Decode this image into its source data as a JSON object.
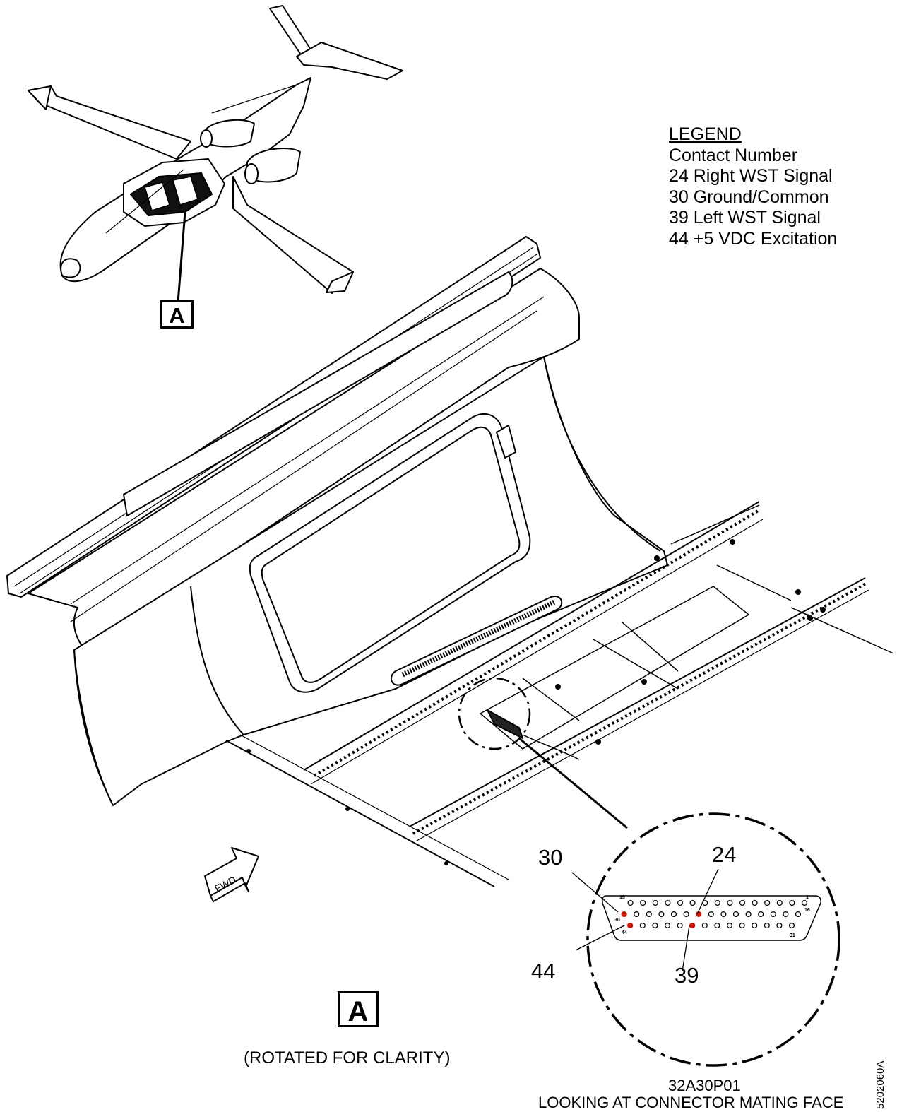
{
  "legend": {
    "title": "LEGEND",
    "heading": "Contact Number",
    "items": [
      "24 Right WST Signal",
      "30 Ground/Common",
      "39 Left WST Signal",
      "44 +5 VDC Excitation"
    ]
  },
  "views": {
    "locator_label": "A",
    "detail_label": "A",
    "detail_note": "(ROTATED FOR CLARITY)",
    "fwd_arrow": "FWD"
  },
  "connector": {
    "id": "32A30P01",
    "note": "LOOKING AT CONNECTOR MATING FACE",
    "callouts": [
      "30",
      "24",
      "44",
      "39"
    ],
    "pin_numbers": [
      "15",
      "1",
      "16",
      "30",
      "44",
      "31"
    ],
    "highlight_color": "#cc1100"
  },
  "figure_id": "5202060A"
}
